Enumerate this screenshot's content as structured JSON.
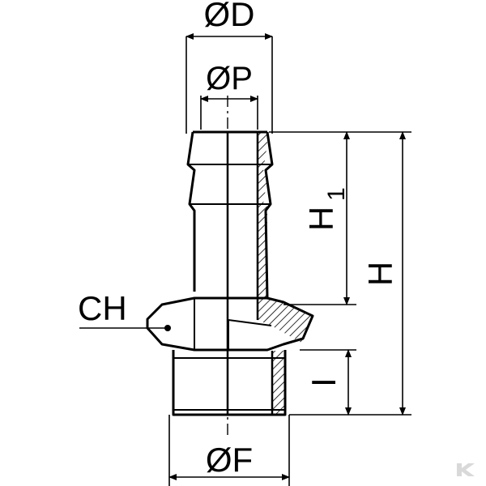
{
  "labels": {
    "outer_diameter": "ØD",
    "bore_diameter": "ØP",
    "thread_diameter": "ØF",
    "hex_size": "CH",
    "barb_height": "H",
    "barb_height_sub": "1",
    "total_height": "H",
    "thread_length": "I"
  },
  "colors": {
    "line": "#000000",
    "hatch": "#000000",
    "background": "#ffffff",
    "watermark": "#d9d9d9"
  },
  "icons": {
    "watermark": "k-logo-icon"
  }
}
